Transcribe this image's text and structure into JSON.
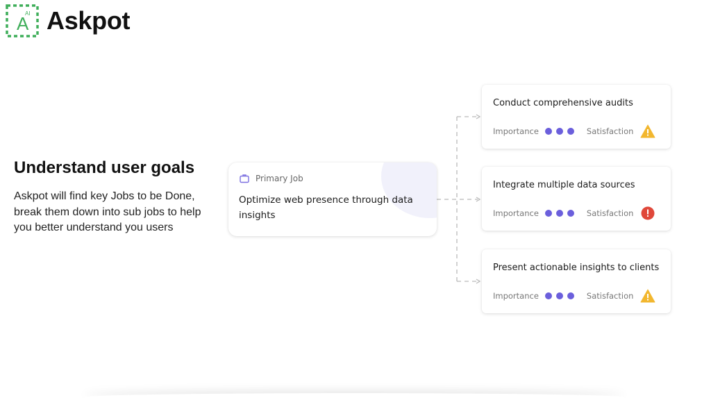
{
  "brand": {
    "name": "Askpot",
    "mark_letter": "A",
    "mark_sup": "AI",
    "accent": "#3fae5a"
  },
  "intro": {
    "heading": "Understand user goals",
    "description": "Askpot will find key Jobs to be Done, break them down into sub jobs to help you better understand you users"
  },
  "primary_job": {
    "label": "Primary Job",
    "icon": "briefcase-icon",
    "title": "Optimize web presence through data insights"
  },
  "sub_jobs": [
    {
      "title": "Conduct comprehensive audits",
      "importance_label": "Importance",
      "importance_level": 3,
      "satisfaction_label": "Satisfaction",
      "status_icon": "warning-icon",
      "status_color": "#f2b72f"
    },
    {
      "title": "Integrate multiple data sources",
      "importance_label": "Importance",
      "importance_level": 3,
      "satisfaction_label": "Satisfaction",
      "status_icon": "alert-icon",
      "status_color": "#e0483a"
    },
    {
      "title": "Present actionable insights to clients",
      "importance_label": "Importance",
      "importance_level": 3,
      "satisfaction_label": "Satisfaction",
      "status_icon": "warning-icon",
      "status_color": "#f2b72f"
    }
  ],
  "colors": {
    "importance_dot": "#6b5fdc",
    "connector": "#b9b9b9"
  }
}
